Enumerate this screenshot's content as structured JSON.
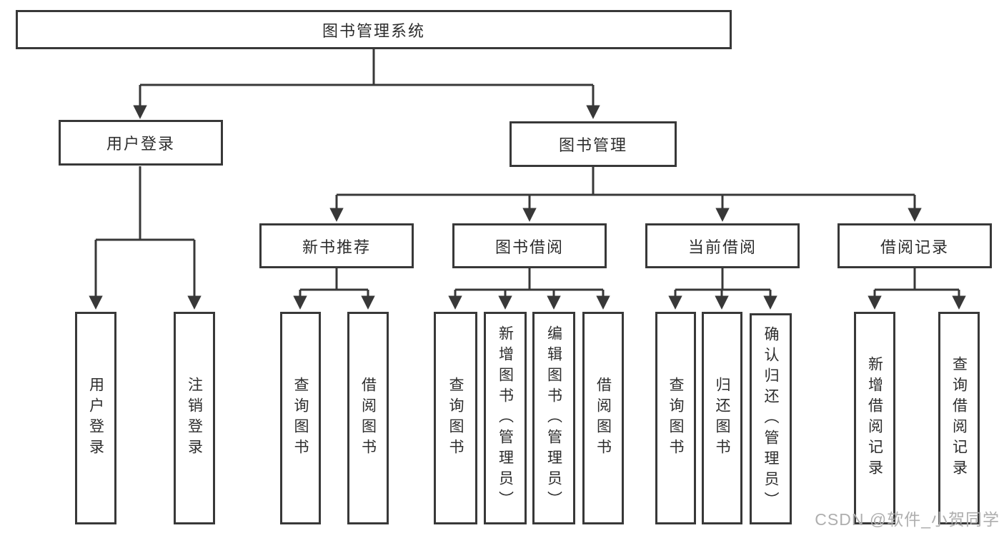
{
  "diagram": {
    "title": "图书管理系统",
    "watermark": "CSDN @软件_小贺同学",
    "colors": {
      "line": "#383838",
      "box_border": "#383838",
      "text": "#2d2d2d",
      "watermark": "#aeaeae",
      "background": "#ffffff"
    },
    "nodes": {
      "root": "图书管理系统",
      "user_login": "用户登录",
      "book_mgmt": "图书管理",
      "new_books": "新书推荐",
      "book_borrow": "图书借阅",
      "current_borrow": "当前借阅",
      "borrow_records": "借阅记录",
      "ul_login": "用户登录",
      "ul_logout": "注销登录",
      "nb_query": "查询图书",
      "nb_borrow": "借阅图书",
      "bb_query": "查询图书",
      "bb_add": "新增图书（管理员）",
      "bb_edit": "编辑图书（管理员）",
      "bb_borrow": "借阅图书",
      "cb_query": "查询图书",
      "cb_return": "归还图书",
      "cb_confirm": "确认归还（管理员）",
      "br_add": "新增借阅记录",
      "br_query": "查询借阅记录"
    }
  }
}
